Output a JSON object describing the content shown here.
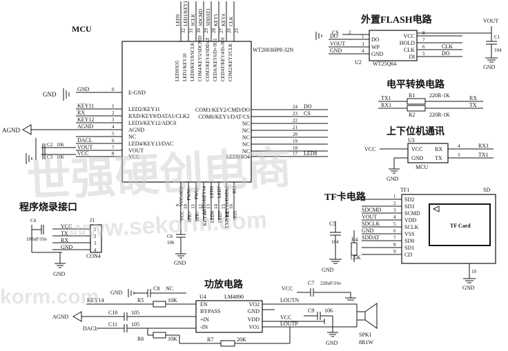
{
  "sections": {
    "mcu": "MCU",
    "flash": "外置FLASH电路",
    "level": "电平转换电路",
    "pc": "上下位机通讯",
    "tf": "TF卡电路",
    "prog": "程序烧录接口",
    "amp": "功放电路"
  },
  "mcu": {
    "part": "WT2003HP8-32N",
    "left_pins": [
      {
        "name": "E-GND",
        "num": "0",
        "net": "GND"
      },
      {
        "name": "LED2/KEY11",
        "num": "1",
        "net": "KEY11"
      },
      {
        "name": "RXD/KEY9/DATA1/CLK2",
        "num": "2",
        "net": "RX"
      },
      {
        "name": "LED3/KEY12/ADC0",
        "num": "3",
        "net": "KEY12"
      },
      {
        "name": "AGND",
        "num": "4",
        "net": "AGND"
      },
      {
        "name": "NC",
        "num": "5",
        "net": ""
      },
      {
        "name": "LED4/KEY13/DAC",
        "num": "6",
        "net": "DACL"
      },
      {
        "name": "VOUT",
        "num": "7",
        "net": "VOUT"
      },
      {
        "name": "VCC",
        "num": "8",
        "net": "VCC"
      }
    ],
    "right_pins": [
      {
        "name": "COM1/KEY2/CMD/DO",
        "num": "24",
        "net": "DO"
      },
      {
        "name": "COM0/KEY1/DAT/CS",
        "num": "23",
        "net": "CS"
      },
      {
        "name": "NC",
        "num": "22",
        "net": ""
      },
      {
        "name": "NC",
        "num": "21",
        "net": ""
      },
      {
        "name": "NC",
        "num": "20",
        "net": ""
      },
      {
        "name": "NC",
        "num": "19",
        "net": ""
      },
      {
        "name": "NC",
        "num": "18",
        "net": ""
      },
      {
        "name": "LED8/IO4",
        "num": "17",
        "net": "LED8"
      }
    ],
    "top_pins": [
      "LED9/IO5",
      "LED1/KEY10",
      "LED0/KEY8/SCLK",
      "COM4/KEY5/SDCMD",
      "COM3/KEY4/SDDAT",
      "CEDA/KEY6/D+/IO1",
      "CEDAT/KEY4/D-/IO1",
      "COM2/KEY3/CLK"
    ],
    "top_nets": [
      "LED9",
      "LED1/KEY1",
      "SCLK",
      "SDCMD",
      "SDDAT1",
      "KEY5",
      "KEY4",
      "CLK"
    ],
    "bottom_pins": [
      "VCC-SPK",
      "PWM+",
      "PWM-",
      "LED5/KEY14",
      "LED6",
      "LED7",
      "TXD/KEY15/DATA2",
      "IO3"
    ],
    "bottom_nets": [
      "VCC",
      "SPK+",
      "SPK-",
      "KEY14",
      "LED6",
      "LED7",
      "TX",
      "IO3"
    ],
    "bottom_nums": [
      "9",
      "10",
      "11",
      "12",
      "13",
      "14",
      "15",
      "16"
    ],
    "top_nums": [
      "32",
      "31",
      "30",
      "29",
      "28",
      "27",
      "26",
      "25"
    ],
    "cap_label": "C6",
    "cap_value": "106",
    "left_caps": [
      "C2",
      "C3"
    ],
    "left_cap_values": [
      "106",
      "106"
    ]
  },
  "flash": {
    "part": "WT25Q64",
    "ref": "U2",
    "left_pins": [
      {
        "name": "DO",
        "num": "1",
        "net": "DO"
      },
      {
        "name": "WP",
        "num": "3",
        "net": "VOUT"
      },
      {
        "name": "GND",
        "num": "4",
        "net": "GND"
      }
    ],
    "right_pins": [
      {
        "name": "VCC",
        "num": "8"
      },
      {
        "name": "HOLD",
        "num": "7"
      },
      {
        "name": "CLK",
        "num": "6",
        "net": "CLK"
      },
      {
        "name": "DI",
        "num": "5",
        "net": "DO"
      }
    ],
    "cs_num": "2",
    "cs_net": "CS",
    "vout": "VOUT",
    "cap_ref": "C1",
    "cap_value": "104",
    "gnd": "GND"
  },
  "level": {
    "rows": [
      {
        "left": "TX1",
        "ref": "R1",
        "value": "220R-1K",
        "right": "RX"
      },
      {
        "left": "RX1",
        "ref": "R2",
        "value": "220R-1K",
        "right": "TX"
      }
    ]
  },
  "pc": {
    "ref": "U3",
    "part": "MCU",
    "left_pins": [
      {
        "name": "VCC",
        "net": "VCC"
      },
      {
        "name": "GND",
        "net": "GND"
      }
    ],
    "right_pins": [
      {
        "name": "RX",
        "num": "4",
        "net": "RX1"
      },
      {
        "name": "TX",
        "num": "3",
        "net": "TX1"
      }
    ],
    "gnd": "GND"
  },
  "tf": {
    "ref": "TF1",
    "socket": "SD",
    "card_label": "TF Card",
    "pins": [
      {
        "name": "SD2",
        "num": "1",
        "net": ""
      },
      {
        "name": "SD3",
        "num": "2",
        "net": ""
      },
      {
        "name": "SCMD",
        "num": "3",
        "net": "SDCMD"
      },
      {
        "name": "VDD",
        "num": "4",
        "net": "VOUT"
      },
      {
        "name": "SCLK",
        "num": "5",
        "net": "SDCLK"
      },
      {
        "name": "VSS",
        "num": "6",
        "net": "GND"
      },
      {
        "name": "SD0",
        "num": "7",
        "net": "SDDAT"
      },
      {
        "name": "SD1",
        "num": "8",
        "net": ""
      },
      {
        "name": "CD",
        "num": "9",
        "net": ""
      }
    ],
    "cap_ref": "C5",
    "cap_value": "104",
    "res_ref": "R4",
    "res_value": "1.5K",
    "gnd_num": "10",
    "gnd": "GND"
  },
  "prog": {
    "cap_ref": "C4",
    "cap_value": "100uF/16v",
    "ref": "J1",
    "connector": "CON4",
    "pins": [
      {
        "net": "VCC",
        "num": "1"
      },
      {
        "net": "TX",
        "num": "2"
      },
      {
        "net": "RX",
        "num": "3"
      },
      {
        "net": "GND",
        "num": "4"
      }
    ],
    "gnd": "GND"
  },
  "amp": {
    "ref": "U4",
    "part": "LM4890",
    "left_pins": [
      "EN",
      "BYPASS",
      "+IN",
      "-IN"
    ],
    "right_pins": [
      "VO2",
      "GND",
      "VDD",
      "VO1"
    ],
    "right_nets": [
      "LOUTN",
      "",
      "VCC",
      "LOUTP"
    ],
    "gnd_top": "GND",
    "c8": "C8",
    "nc": "NC",
    "key14": "KEY14",
    "r5": "R5",
    "r5v": "10K",
    "agnd": "AGND",
    "c10": "C10",
    "c10v": "105",
    "dacl": "DACL",
    "c11": "C11",
    "c11v": "105",
    "r6": "R6",
    "r6v": "10K",
    "r7": "R7",
    "r7v": "20K",
    "vcc": "VCC",
    "c7": "C7",
    "c7v": "220uF/16v",
    "c9": "C9",
    "c9v": "106",
    "spk": "SPK1",
    "spk_value": "8R1W",
    "gnd": "GND"
  },
  "watermark": {
    "cn": "世强硬创电商",
    "url": "www.sekorm.com",
    "url2": "korm.com"
  }
}
